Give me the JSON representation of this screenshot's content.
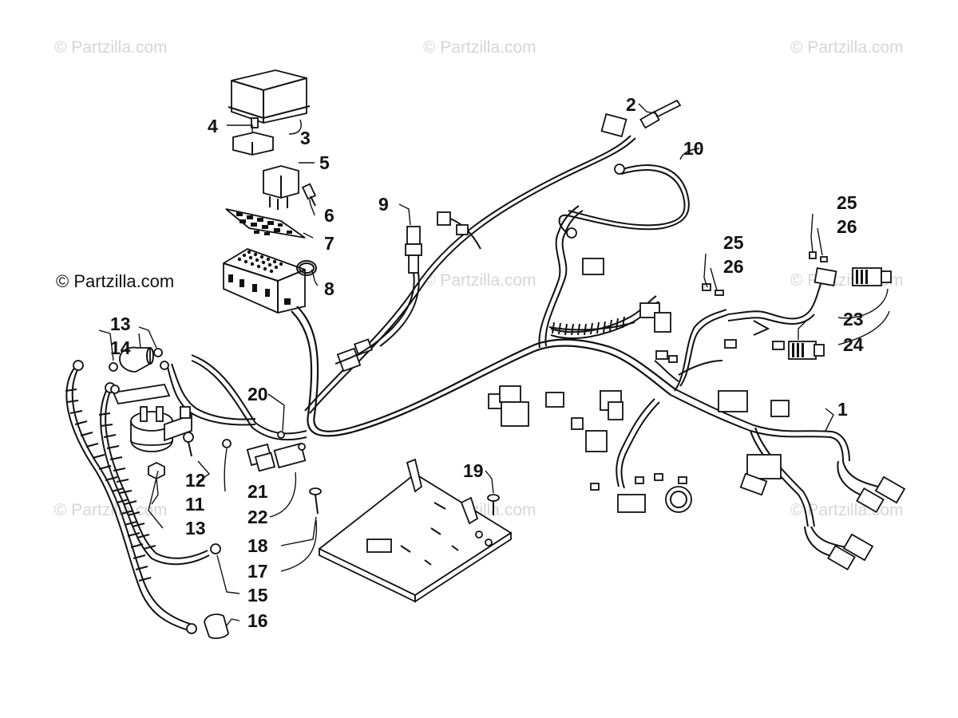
{
  "watermarks": {
    "top_left": "© Partzilla.com",
    "top_center": "© Partzilla.com",
    "top_right": "© Partzilla.com",
    "mid_left": "© Partzilla.com",
    "mid_center": "© Partzilla.com",
    "mid_right": "© Partzilla.com",
    "low_left": "© Partzilla.com",
    "low_center": "© Partzilla.com",
    "low_right": "© Partzilla.com"
  },
  "callouts": {
    "c1": "1",
    "c2": "2",
    "c3": "3",
    "c4": "4",
    "c5": "5",
    "c6": "6",
    "c7": "7",
    "c8": "8",
    "c9": "9",
    "c10": "10",
    "c11": "11",
    "c12": "12",
    "c13a": "13",
    "c13b": "13",
    "c14": "14",
    "c15": "15",
    "c16": "16",
    "c17": "17",
    "c18": "18",
    "c19": "19",
    "c20": "20",
    "c21": "21",
    "c22": "22",
    "c23": "23",
    "c24": "24",
    "c25a": "25",
    "c26a": "26",
    "c25b": "25",
    "c26b": "26"
  },
  "colors": {
    "line": "#111111",
    "watermark": "#d6d6d6",
    "background": "#ffffff"
  }
}
